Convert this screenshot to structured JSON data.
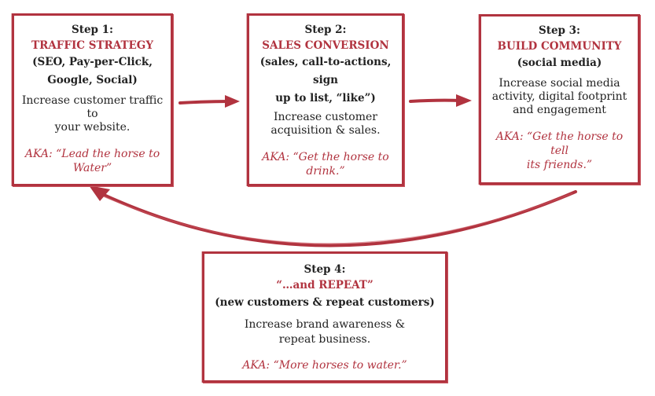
{
  "colors": {
    "accent": "#b1333f",
    "text": "#222222"
  },
  "steps": [
    {
      "step": "Step 1:",
      "title": "TRAFFIC STRATEGY",
      "sub": [
        "(SEO, Pay-per-Click,",
        "Google, Social)"
      ],
      "desc": [
        "Increase customer traffic to",
        "your website."
      ],
      "aka": [
        "AKA: “Lead the horse to",
        "Water”"
      ]
    },
    {
      "step": "Step 2:",
      "title": "SALES CONVERSION",
      "sub": [
        "(sales, call-to-actions, sign",
        "up to list, “like”)"
      ],
      "desc": [
        "Increase customer",
        "acquisition & sales."
      ],
      "aka": [
        "AKA: “Get the horse to",
        "drink.”"
      ]
    },
    {
      "step": "Step 3:",
      "title": "BUILD COMMUNITY",
      "sub": [
        "(social media)"
      ],
      "desc": [
        "Increase social media",
        "activity, digital footprint",
        "and engagement"
      ],
      "aka": [
        "AKA: “Get the horse to tell",
        "its friends.”"
      ]
    },
    {
      "step": "Step 4:",
      "title": "“…and REPEAT”",
      "sub": [
        "(new customers & repeat customers)"
      ],
      "desc": [
        "Increase brand awareness &",
        "repeat business."
      ],
      "aka": [
        "AKA: “More horses to water.”"
      ]
    }
  ],
  "arrows": [
    {
      "from": "step-1",
      "to": "step-2"
    },
    {
      "from": "step-2",
      "to": "step-3"
    },
    {
      "from": "step-3",
      "to": "step-1",
      "via": "step-4"
    }
  ]
}
